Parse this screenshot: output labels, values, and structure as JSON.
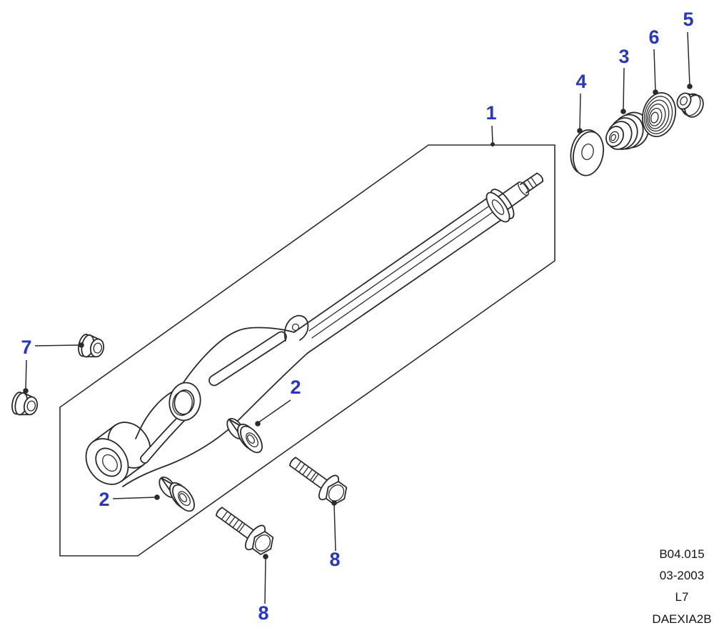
{
  "colors": {
    "background": "#ffffff",
    "line": "#2b2b2b",
    "label_blue": "#2636cc",
    "footer": "#141414"
  },
  "callouts": {
    "c1": "1",
    "c2a": "2",
    "c2b": "2",
    "c3": "3",
    "c4": "4",
    "c5": "5",
    "c6": "6",
    "c7": "7",
    "c8a": "8",
    "c8b": "8"
  },
  "footer": {
    "lines": [
      "B04.015",
      "03-2003",
      "L7",
      "DAEXIA2B"
    ]
  }
}
